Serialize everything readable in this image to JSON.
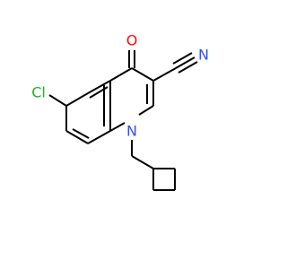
{
  "molecule": {
    "atoms": {
      "cl": {
        "text": "Cl",
        "color": "#1fb51f"
      },
      "o": {
        "text": "O",
        "color": "#ff0d0d"
      },
      "n_ring": {
        "text": "N",
        "color": "#3050f8"
      },
      "n_nitrile": {
        "text": "N",
        "color": "#3050f8"
      }
    },
    "bond_color": "#000000",
    "background": "#ffffff"
  }
}
